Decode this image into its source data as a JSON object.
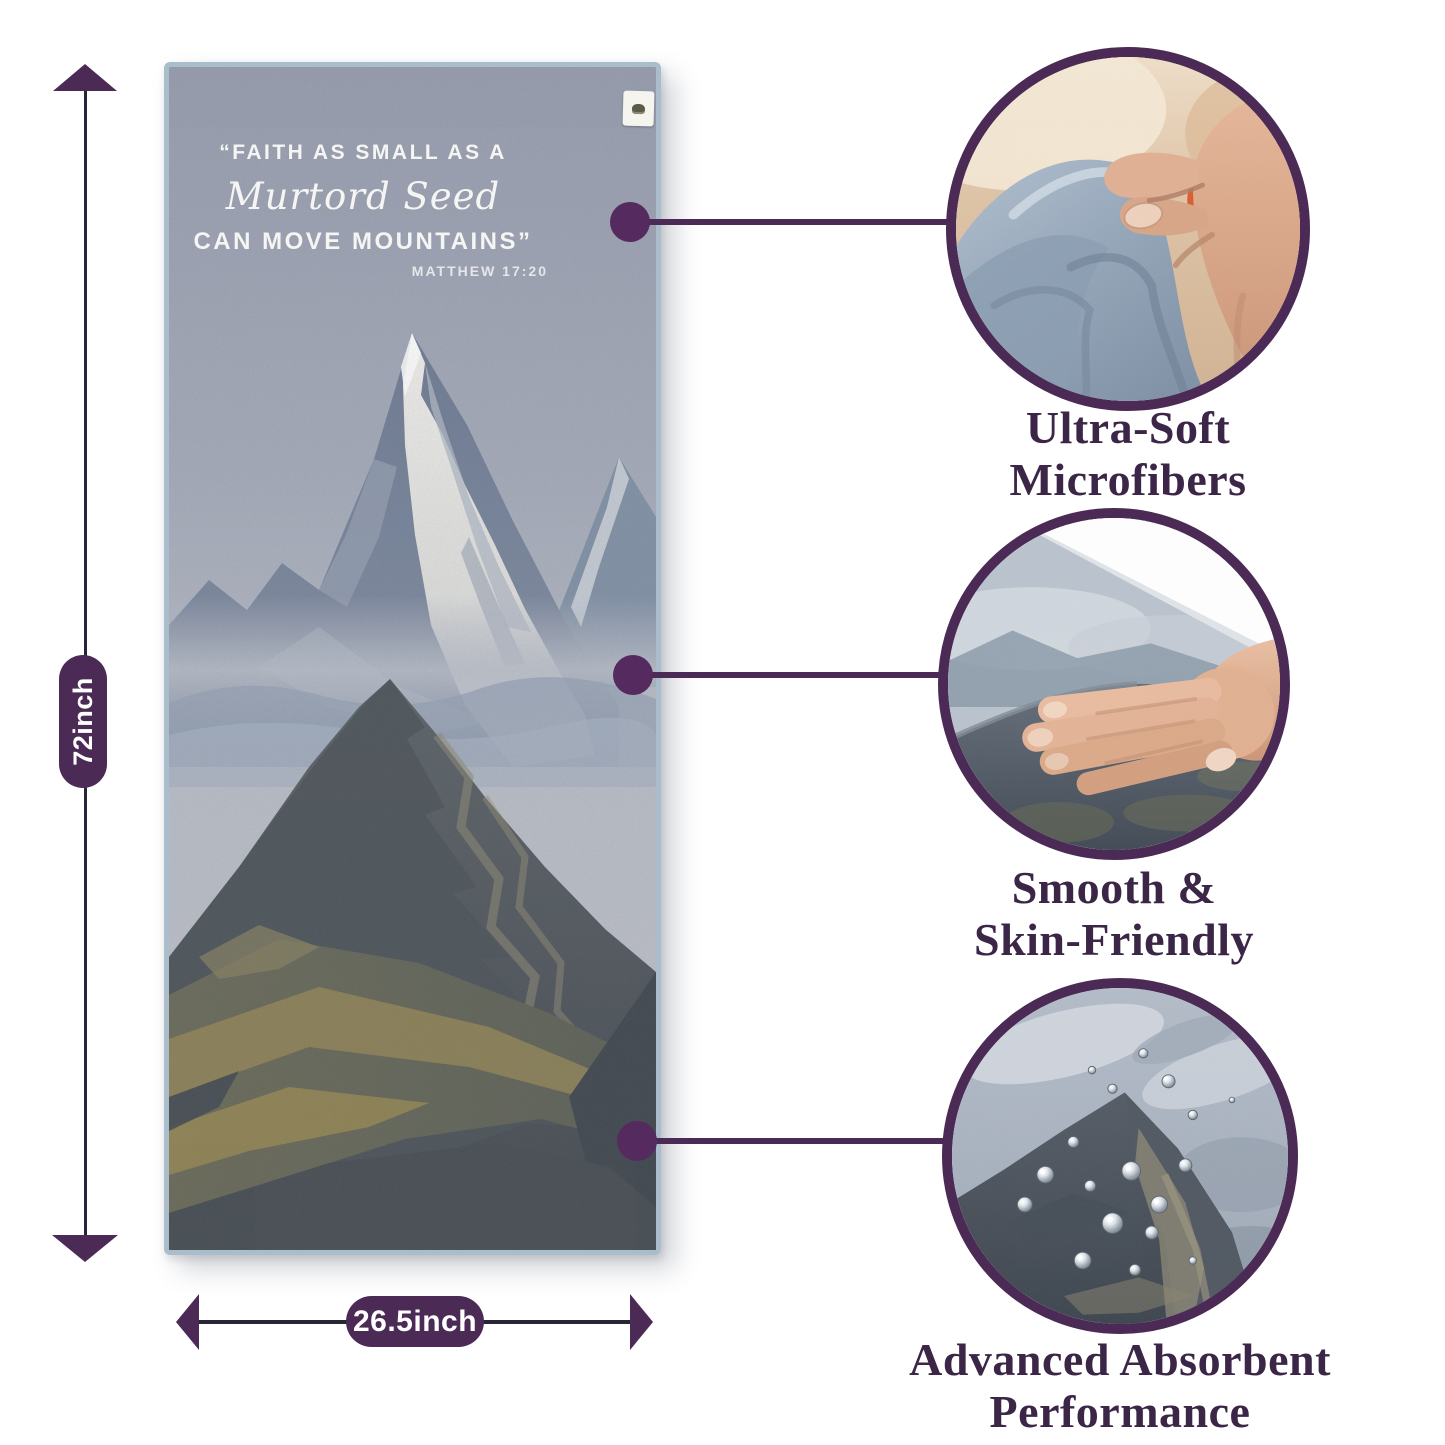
{
  "towel": {
    "quote": {
      "line1": "“FAITH AS SMALL AS A",
      "line2": "Murtord Seed",
      "line3": "CAN MOVE MOUNTAINS”",
      "reference": "MATTHEW 17:20"
    },
    "artwork": "snow-capped-mountain-landscape-print",
    "tag_icon": "brand-tag-icon"
  },
  "dimensions": {
    "height_label": "72inch",
    "width_label": "26.5inch"
  },
  "features": [
    {
      "label_line1": "Ultra-Soft",
      "label_line2": "Microfibers",
      "image": "hand-pinching-soft-microfiber-fabric"
    },
    {
      "label_line1": "Smooth &",
      "label_line2": "Skin-Friendly",
      "image": "hand-pressing-smooth-towel-surface"
    },
    {
      "label_line1": "Advanced Absorbent",
      "label_line2": "Performance",
      "image": "water-droplets-beading-on-fabric"
    }
  ],
  "colors": {
    "accent_purple": "#4b2b56",
    "dot_purple": "#552a5e",
    "label_text": "#3b2647",
    "dimension_line": "#262637",
    "towel_binding": "#a9bdca"
  }
}
